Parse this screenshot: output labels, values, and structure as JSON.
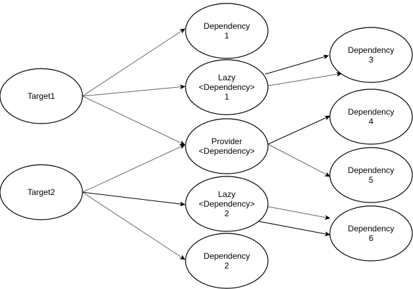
{
  "nodes": [
    {
      "id": "target1",
      "label_lines": [
        "Target1"
      ]
    },
    {
      "id": "target2",
      "label_lines": [
        "Target2"
      ]
    },
    {
      "id": "dep1",
      "label_lines": [
        "Dependency",
        "1"
      ]
    },
    {
      "id": "lazy1",
      "label_lines": [
        "Lazy",
        "<Dependency>",
        "1"
      ]
    },
    {
      "id": "provider",
      "label_lines": [
        "Provider",
        "<Dependency>"
      ]
    },
    {
      "id": "lazy2",
      "label_lines": [
        "Lazy",
        "<Dependency>",
        "2"
      ]
    },
    {
      "id": "dep2",
      "label_lines": [
        "Dependency",
        "2"
      ]
    },
    {
      "id": "dep3",
      "label_lines": [
        "Dependency",
        "3"
      ]
    },
    {
      "id": "dep4",
      "label_lines": [
        "Dependency",
        "4"
      ]
    },
    {
      "id": "dep5",
      "label_lines": [
        "Dependency",
        "5"
      ]
    },
    {
      "id": "dep6",
      "label_lines": [
        "Dependency",
        "6"
      ]
    }
  ],
  "edges": [
    {
      "from": "target1",
      "to": "dep1",
      "style": "light"
    },
    {
      "from": "target1",
      "to": "lazy1",
      "style": "light"
    },
    {
      "from": "target1",
      "to": "provider",
      "style": "light"
    },
    {
      "from": "target2",
      "to": "provider",
      "style": "light"
    },
    {
      "from": "target2",
      "to": "lazy2",
      "style": "dark"
    },
    {
      "from": "target2",
      "to": "dep2",
      "style": "light"
    },
    {
      "from": "lazy1",
      "to": "dep3",
      "style": "dark"
    },
    {
      "from": "lazy1",
      "to": "dep3",
      "style": "light"
    },
    {
      "from": "provider",
      "to": "dep4",
      "style": "dark"
    },
    {
      "from": "provider",
      "to": "dep5",
      "style": "light"
    },
    {
      "from": "lazy2",
      "to": "dep6",
      "style": "light"
    },
    {
      "from": "lazy2",
      "to": "dep6",
      "style": "dark"
    }
  ],
  "colors": {
    "edge_dark": "#000000",
    "edge_light": "#666666",
    "node_stroke": "#000000",
    "node_fill": "#ffffff",
    "background": "#ffffff"
  }
}
